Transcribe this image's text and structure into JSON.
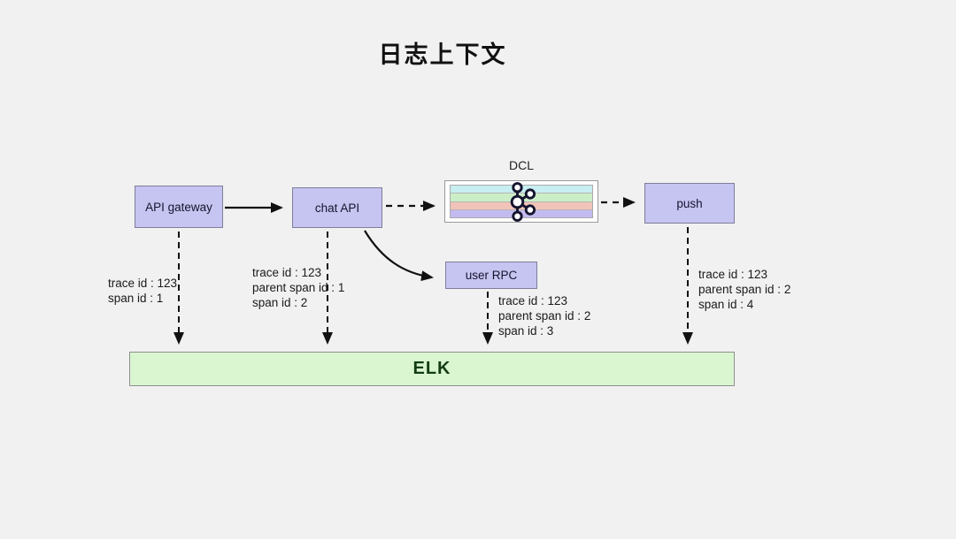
{
  "title": "日志上下文",
  "nodes": {
    "api_gateway": {
      "label": "API gateway"
    },
    "chat_api": {
      "label": "chat API"
    },
    "dcl": {
      "label": "DCL"
    },
    "push": {
      "label": "push"
    },
    "user_rpc": {
      "label": "user RPC"
    },
    "elk": {
      "label": "ELK"
    }
  },
  "annotations": {
    "api_gateway": {
      "lines": [
        "trace id : 123",
        "span id : 1"
      ]
    },
    "chat_api": {
      "lines": [
        "trace id : 123",
        "parent span id : 1",
        "span id : 2"
      ]
    },
    "user_rpc": {
      "lines": [
        "trace id : 123",
        "parent span id : 2",
        "span id : 3"
      ]
    },
    "push": {
      "lines": [
        "trace id : 123",
        "parent span id : 2",
        "span id : 4"
      ]
    }
  },
  "icons": {
    "kafka": "kafka-logo"
  },
  "colors": {
    "background": "#f1f1f1",
    "node_fill": "#c6c4f1",
    "node_border": "#7e7e9c",
    "elk_fill": "#d9f6d1",
    "elk_border": "#8f8f8f",
    "arrow": "#1a1a1a",
    "dcl_stripes": [
      "#c7eef1",
      "#cceec7",
      "#f2c3b9",
      "#c3bbf0"
    ]
  }
}
